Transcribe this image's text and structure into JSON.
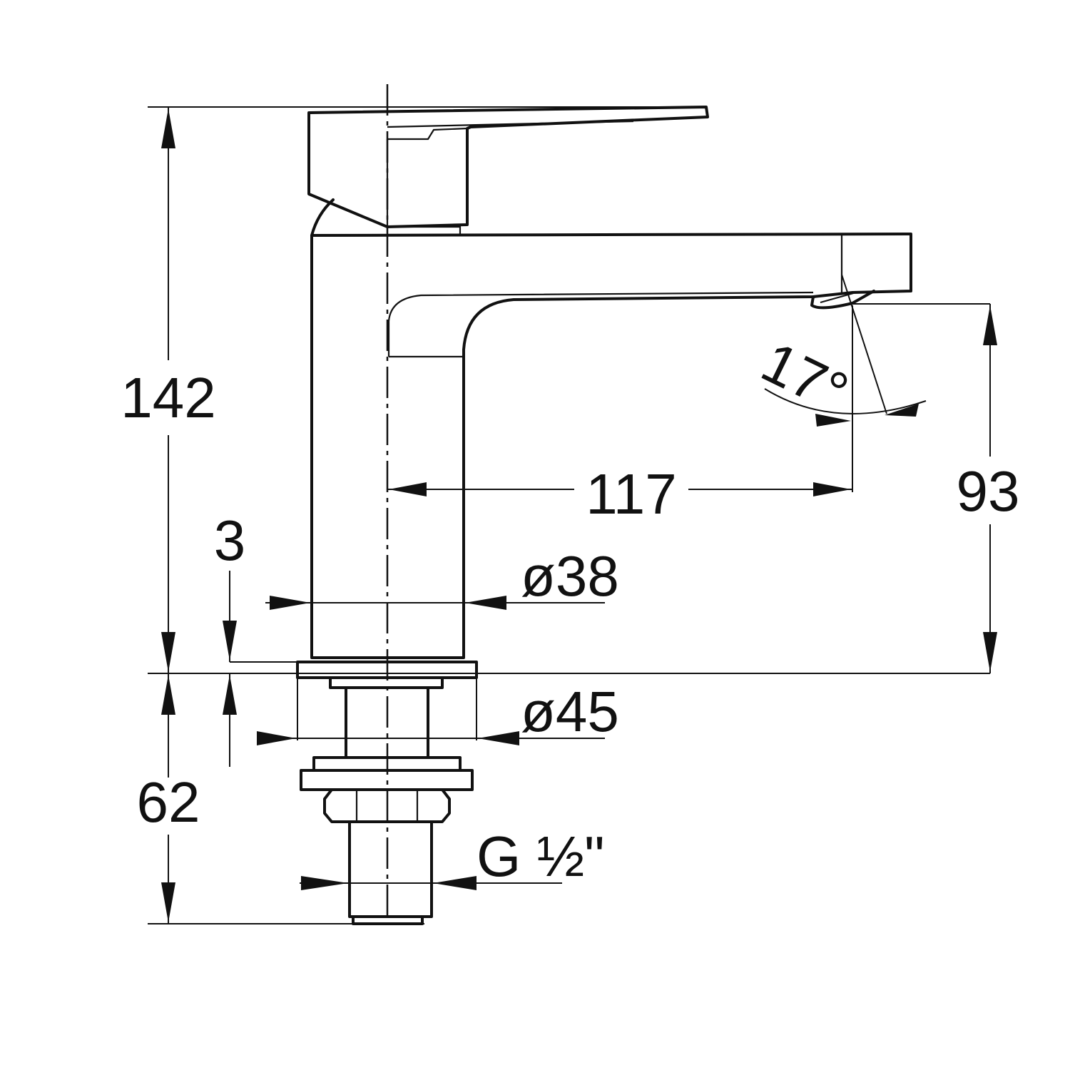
{
  "dimensions": {
    "total_height": "142",
    "shank_length": "62",
    "base_gap": "3",
    "outlet_height": "93",
    "spout_reach": "117",
    "body_diameter": "ø38",
    "base_diameter": "ø45",
    "thread": "G ½\"",
    "spray_angle": "17°"
  },
  "colors": {
    "line": "#111111",
    "background": "#ffffff"
  }
}
